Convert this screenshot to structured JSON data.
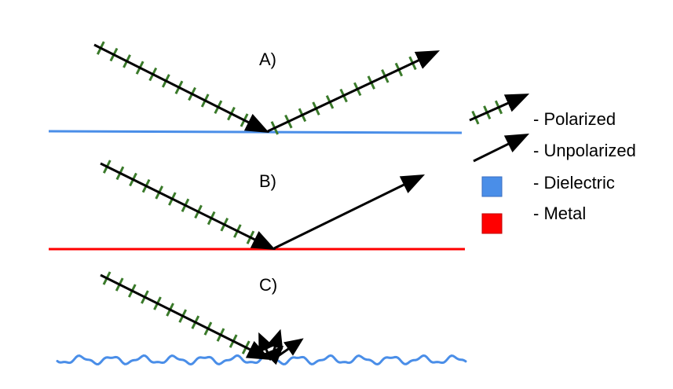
{
  "panels": {
    "a": {
      "label": "A)"
    },
    "b": {
      "label": "B)"
    },
    "c": {
      "label": "C)"
    }
  },
  "legend": {
    "polarized": "- Polarized",
    "unpolarized": "- Unpolarized",
    "dielectric": "- Dielectric",
    "metal": "- Metal"
  },
  "colors": {
    "polarization_ticks": "#3a7a2a",
    "ray": "#000000",
    "dielectric": "#4a8ee8",
    "metal": "#ff0000",
    "rough_surface": "#4a8ee8"
  }
}
